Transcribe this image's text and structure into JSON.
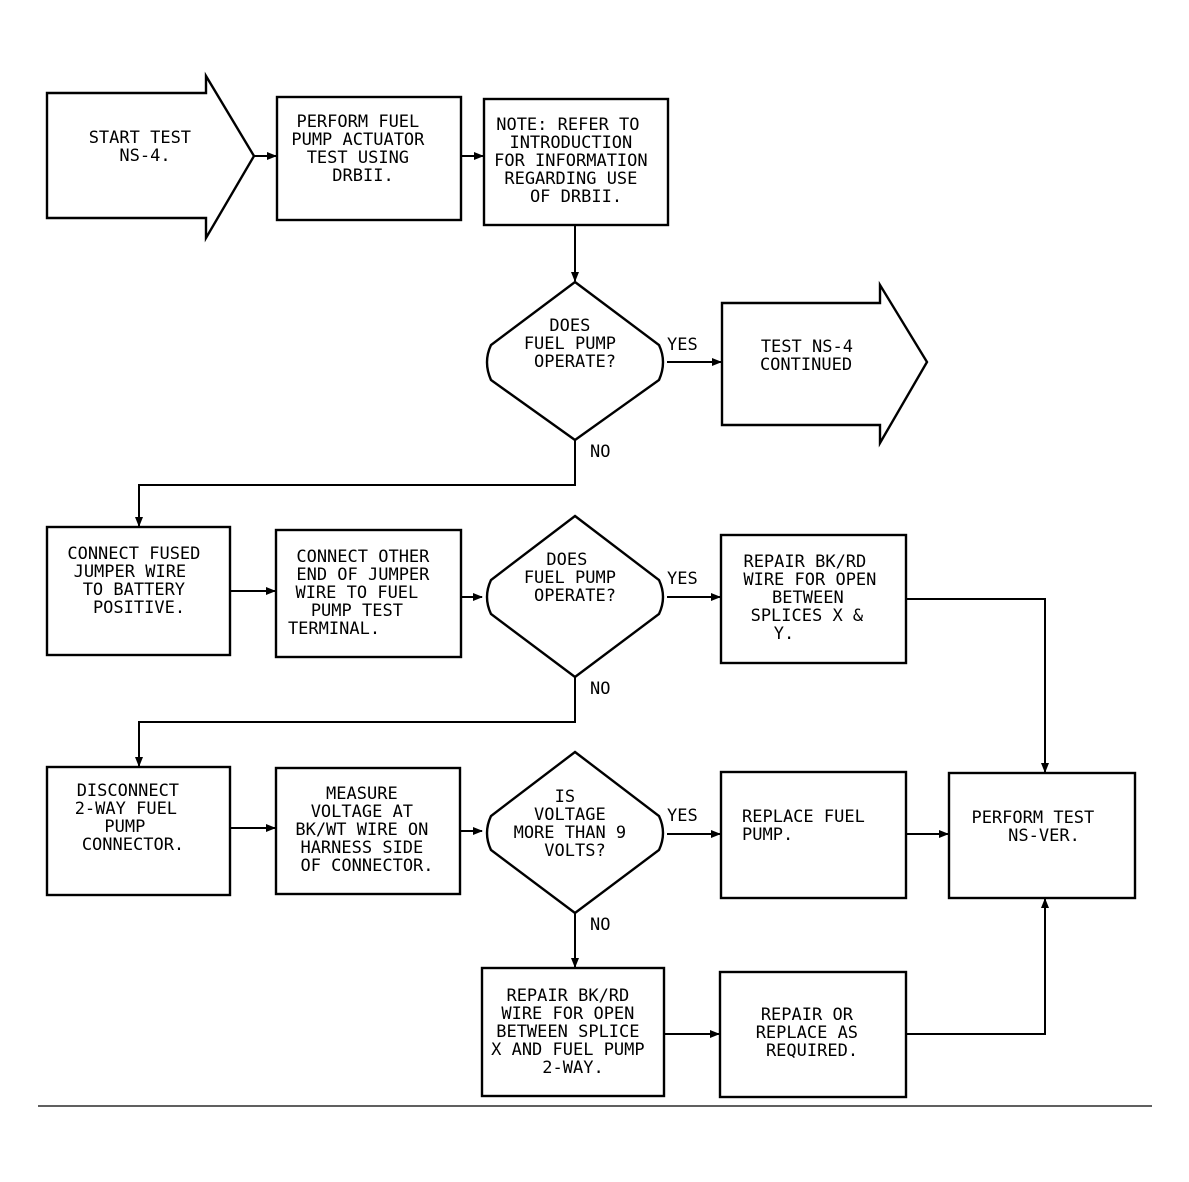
{
  "nodes": {
    "start": [
      "START TEST",
      "NS-4."
    ],
    "perform_actuator": [
      "PERFORM FUEL",
      "PUMP ACTUATOR",
      "TEST USING",
      "DRBII."
    ],
    "note": [
      "NOTE: REFER TO",
      "INTRODUCTION",
      "FOR INFORMATION",
      "REGARDING USE",
      "OF DRBII."
    ],
    "decision1": [
      "DOES",
      "FUEL PUMP",
      "OPERATE?"
    ],
    "continued": [
      "TEST NS-4",
      "CONTINUED"
    ],
    "connect_fused": [
      "CONNECT FUSED",
      "JUMPER WIRE",
      "TO BATTERY",
      "POSITIVE."
    ],
    "connect_other": [
      "CONNECT OTHER",
      "END OF JUMPER",
      "WIRE TO FUEL",
      "PUMP TEST",
      "TERMINAL."
    ],
    "decision2": [
      "DOES",
      "FUEL PUMP",
      "OPERATE?"
    ],
    "repair_bkrd_xy": [
      "REPAIR BK/RD",
      "WIRE FOR OPEN",
      "BETWEEN",
      "SPLICES X &",
      "Y."
    ],
    "disconnect": [
      "DISCONNECT",
      "2-WAY FUEL",
      "PUMP",
      "CONNECTOR."
    ],
    "measure": [
      "MEASURE",
      "VOLTAGE AT",
      "BK/WT WIRE ON",
      "HARNESS SIDE",
      "OF CONNECTOR."
    ],
    "decision3": [
      "IS",
      "VOLTAGE",
      "MORE THAN 9",
      "VOLTS?"
    ],
    "replace_pump": [
      "REPLACE FUEL",
      "PUMP."
    ],
    "perform_ver": [
      "PERFORM TEST",
      "NS-VER."
    ],
    "repair_bkrd_splice": [
      "REPAIR BK/RD",
      "WIRE FOR OPEN",
      "BETWEEN SPLICE",
      "X AND FUEL PUMP",
      "2-WAY."
    ],
    "repair_replace": [
      "REPAIR OR",
      "REPLACE AS",
      "REQUIRED."
    ]
  },
  "branch_labels": {
    "d1_yes": "YES",
    "d1_no": "NO",
    "d2_yes": "YES",
    "d2_no": "NO",
    "d3_yes": "YES",
    "d3_no": "NO"
  }
}
